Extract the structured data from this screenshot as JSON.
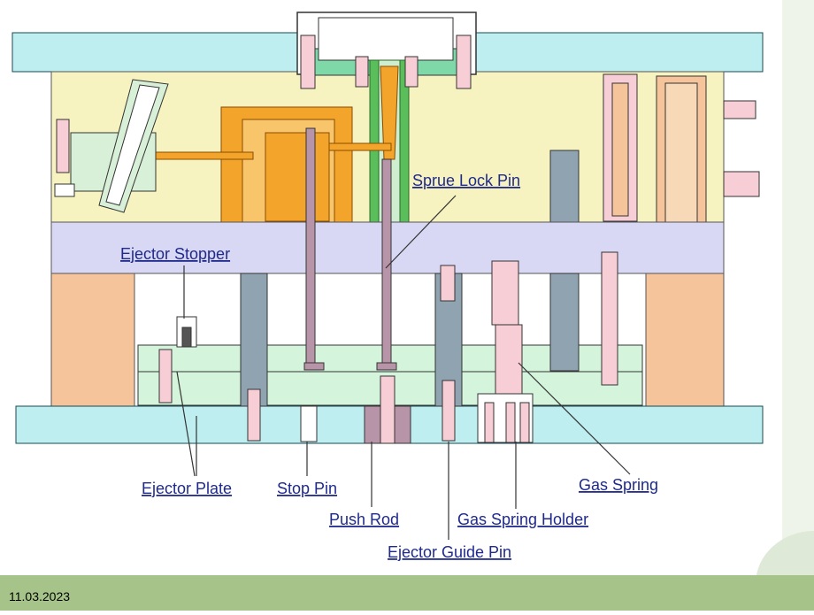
{
  "diagram": {
    "labels": {
      "sprue_lock_pin": "Sprue Lock Pin",
      "ejector_stopper": "Ejector Stopper",
      "ejector_plate": "Ejector Plate",
      "stop_pin": "Stop Pin",
      "push_rod": "Push Rod",
      "ejector_guide_pin": "Ejector Guide Pin",
      "gas_spring_holder": "Gas Spring Holder",
      "gas_spring": "Gas Spring"
    },
    "colors": {
      "plate_cyan": "#bfeef0",
      "mold_yellow": "#f7f3c0",
      "spacer_lavender": "#d8d8f5",
      "rail_orange": "#f5c49a",
      "cavity_orange": "#f2a52a",
      "insert_gray": "#8fa3b1",
      "pin_pink": "#f7cdd6",
      "ejector_green": "#d4f5dc",
      "sprue_green": "#5abf5a",
      "label_blue": "#1f2a8c"
    }
  },
  "footer": {
    "date": "11.03.2023"
  }
}
